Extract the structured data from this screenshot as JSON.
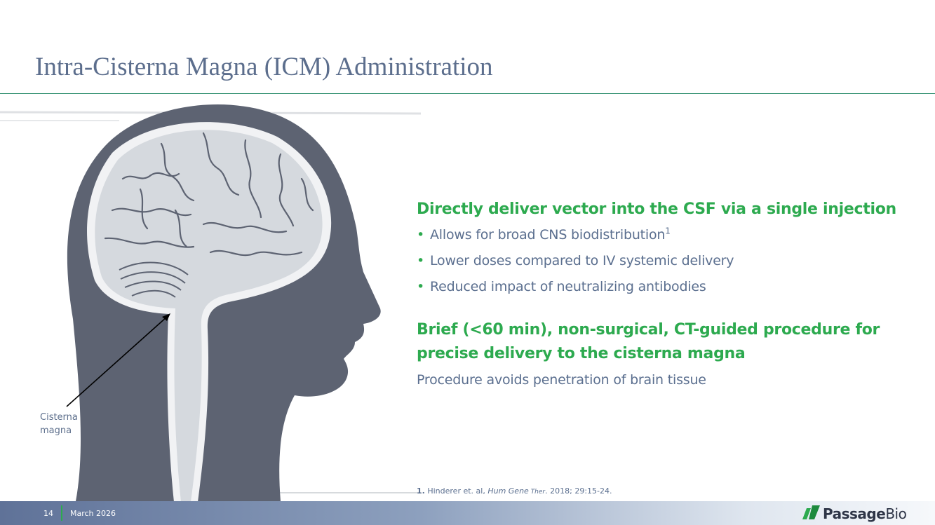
{
  "slide": {
    "title": "Intra-Cisterna Magna (ICM) Administration"
  },
  "illustration": {
    "callout_label": "Cisterna\nmagna",
    "colors": {
      "head": "#5d6372",
      "brain": "#d5d9de",
      "gap": "#f1f2f4"
    }
  },
  "content": {
    "section1": {
      "heading": "Directly deliver vector into the CSF via a single injection",
      "bullets": [
        {
          "text": "Allows for broad CNS biodistribution",
          "sup": "1"
        },
        {
          "text": "Lower doses compared to IV systemic delivery",
          "sup": ""
        },
        {
          "text": "Reduced impact of neutralizing antibodies",
          "sup": ""
        }
      ]
    },
    "section2": {
      "heading": "Brief (<60 min), non-surgical, CT-guided procedure for precise delivery to the cisterna magna",
      "text": "Procedure avoids penetration of brain tissue"
    }
  },
  "footnote": {
    "number": "1.",
    "authors": " Hinderer et. al, ",
    "journal": "Hum Gene",
    "journal_small": " Ther",
    "rest": ". 2018; 29:15-24."
  },
  "footer": {
    "page_number": "14",
    "date": "March 2026",
    "logo_word1": "Passage",
    "logo_word2": "Bio",
    "accent_color": "#2daa4f"
  }
}
